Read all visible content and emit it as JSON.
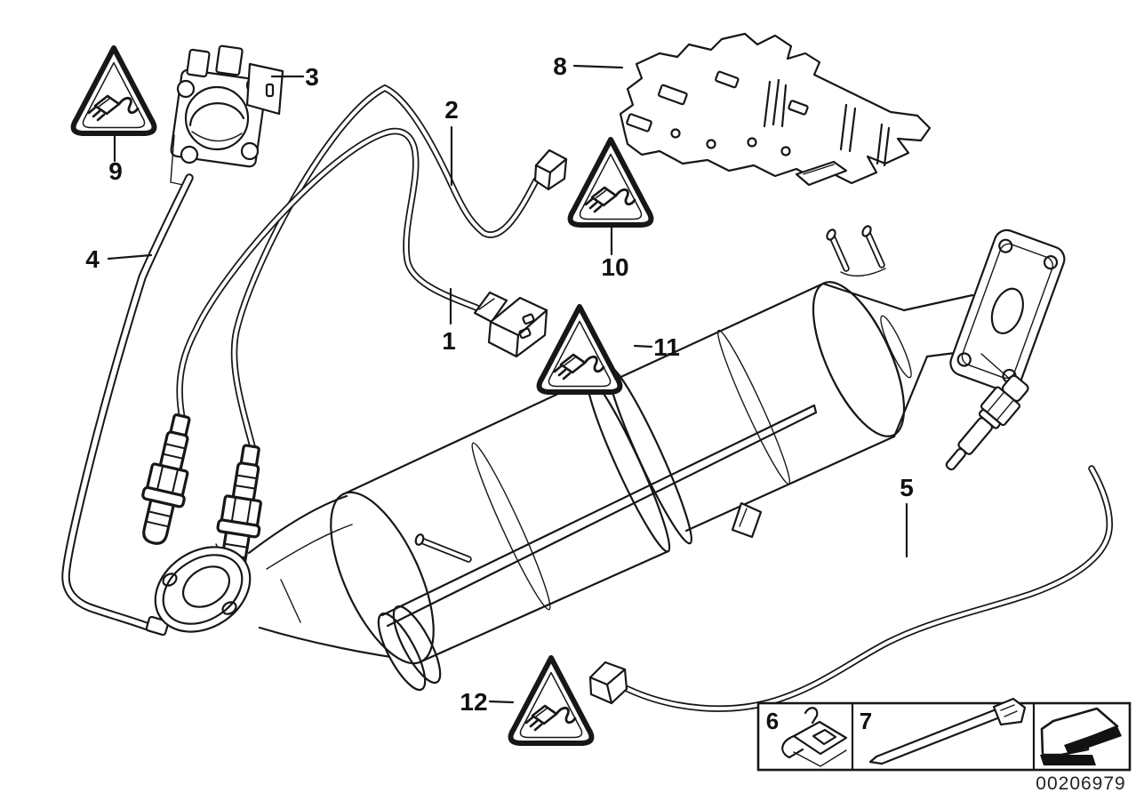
{
  "diagram": {
    "kind": "exhaust-lambda-probe-parts-diagram",
    "background_color": "#ffffff",
    "line_color": "#171717",
    "part_number": "00206979",
    "callouts": [
      {
        "label": "1"
      },
      {
        "label": "2"
      },
      {
        "label": "3"
      },
      {
        "label": "4"
      },
      {
        "label": "5"
      },
      {
        "label": "6"
      },
      {
        "label": "7"
      },
      {
        "label": "8"
      },
      {
        "label": "9"
      },
      {
        "label": "10"
      },
      {
        "label": "11"
      },
      {
        "label": "12"
      }
    ],
    "warning_triangles": [
      {
        "at_callout": "9",
        "icon": "connector-warning-icon"
      },
      {
        "at_callout": "10",
        "icon": "connector-warning-icon"
      },
      {
        "at_callout": "11",
        "icon": "connector-warning-icon"
      },
      {
        "at_callout": "12",
        "icon": "connector-warning-icon"
      }
    ],
    "legend": {
      "items": [
        {
          "number": "6",
          "icon": "retaining-clip-icon"
        },
        {
          "number": "7",
          "icon": "cable-tie-icon"
        }
      ],
      "arrow_icon": "driving-direction-arrow-icon"
    }
  }
}
